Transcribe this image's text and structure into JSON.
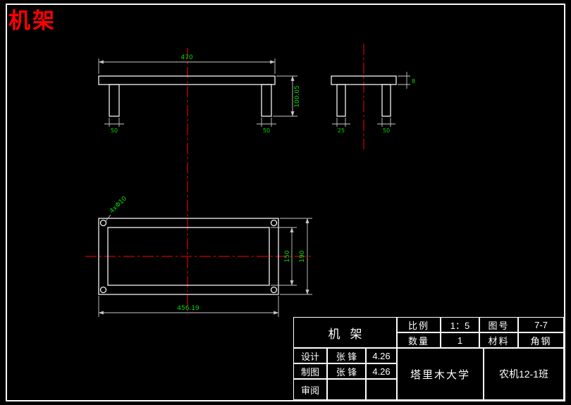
{
  "page": {
    "title": "机架"
  },
  "colors": {
    "background": "#000000",
    "outline": "#f2f2f2",
    "dimension_text": "#00dd00",
    "centerline": "#ff0000",
    "title_red": "#ff0000",
    "table_line": "#ffffff"
  },
  "views": {
    "front_view": {
      "width_dim": "470",
      "height_dim": "100.05",
      "left_leg_dim": "50",
      "right_leg_dim": "50"
    },
    "side_view": {
      "left_leg_dim": "25",
      "right_leg_dim": "50",
      "thickness_dim": "8"
    },
    "top_view": {
      "width_dim": "456.19",
      "inner_height_dim": "150",
      "overall_height_dim": "190",
      "holes_note": "4xΦ10"
    }
  },
  "title_block": {
    "part_name": "机架",
    "scale_label": "比例",
    "scale_value": "1：5",
    "drawing_no_label": "图号",
    "drawing_no_value": "7-7",
    "quantity_label": "数量",
    "quantity_value": "1",
    "material_label": "材料",
    "material_value": "角钢",
    "design_label": "设计",
    "design_name": "张 锋",
    "design_date": "4.26",
    "draft_label": "制图",
    "draft_name": "张 锋",
    "draft_date": "4.26",
    "review_label": "审阅",
    "university": "塔里木大学",
    "class_name": "农机12-1班"
  }
}
